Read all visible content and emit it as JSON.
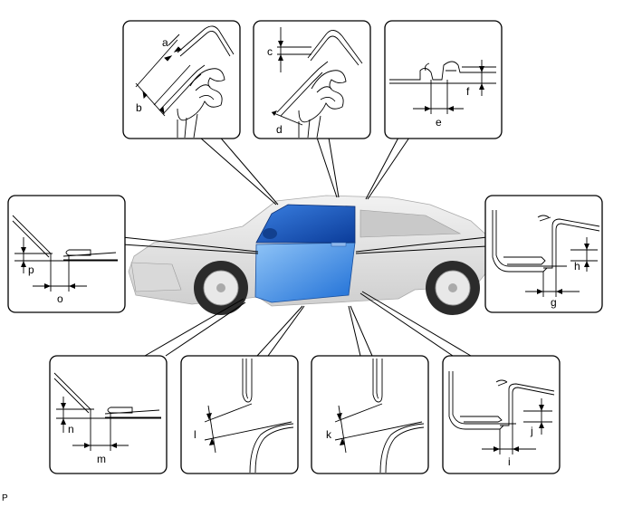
{
  "labels": {
    "a": "a",
    "b": "b",
    "c": "c",
    "d": "d",
    "e": "e",
    "f": "f",
    "g": "g",
    "h": "h",
    "i": "i",
    "j": "j",
    "k": "k",
    "l": "l",
    "m": "m",
    "n": "n",
    "o": "o",
    "p": "p"
  },
  "footer": "P",
  "colors": {
    "door_highlight": "#2f7fe0",
    "outline": "#000000",
    "car_body": "#e4e4e4"
  }
}
